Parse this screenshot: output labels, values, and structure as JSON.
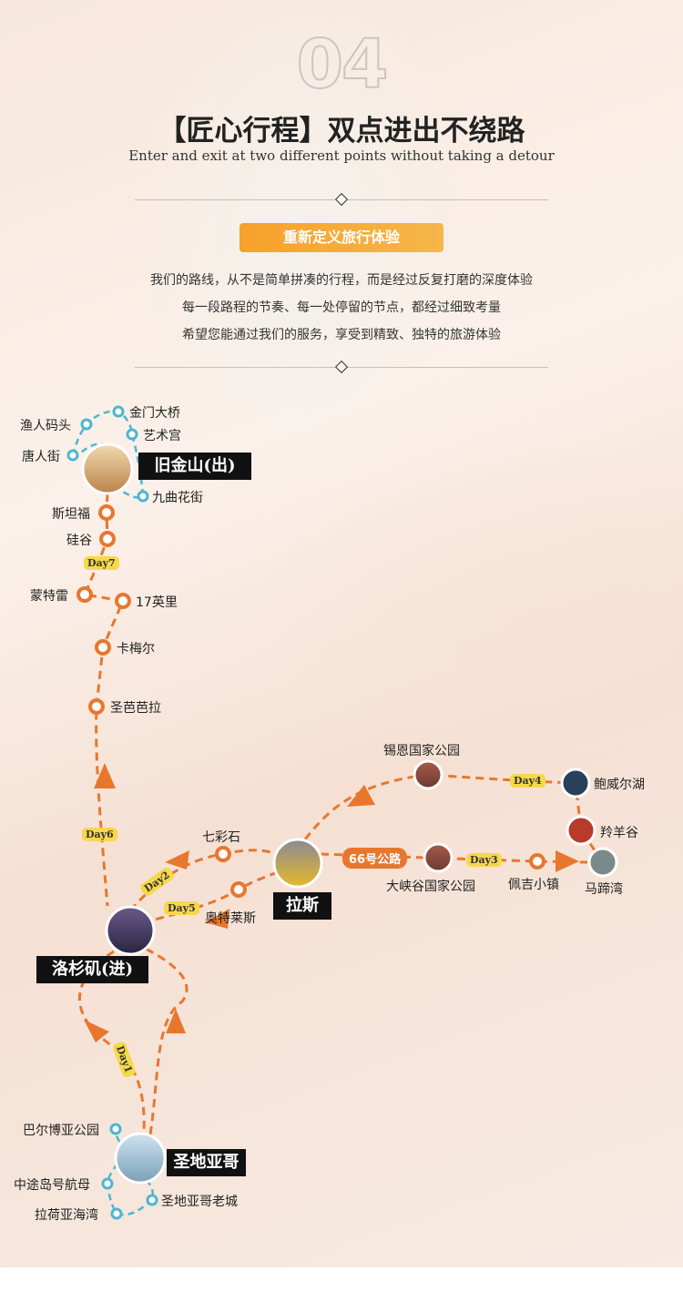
{
  "header": {
    "number": "04",
    "title": "【匠心行程】双点进出不绕路",
    "subtitle": "Enter and exit at two different points without taking a detour",
    "badge": "重新定义旅行体验",
    "paragraph": [
      "我们的路线，从不是简单拼凑的行程，而是经过反复打磨的深度体验",
      "每一段路程的节奏、每一处停留的节点，都经过细致考量",
      "希望您能通过我们的服务，享受到精致、独特的旅游体验"
    ]
  },
  "cities": {
    "sf": "旧金山(出)",
    "la": "洛杉矶(进)",
    "lv": "拉斯",
    "sd": "圣地亚哥"
  },
  "sf_spots": [
    "渔人码头",
    "金门大桥",
    "艺术宫",
    "唐人街",
    "九曲花街"
  ],
  "coast": [
    "斯坦福",
    "硅谷",
    "蒙特雷",
    "17英里",
    "卡梅尔",
    "圣芭芭拉"
  ],
  "vegas_spots": {
    "rainbow": "七彩石",
    "outlets": "奥特莱斯",
    "route66": "66号公路",
    "grand_canyon": "大峡谷国家公园",
    "page": "佩吉小镇",
    "horseshoe": "马蹄湾",
    "antelope": "羚羊谷",
    "powell": "鲍威尔湖",
    "zion": "锡恩国家公园"
  },
  "sd_spots": [
    "巴尔博亚公园",
    "中途岛号航母",
    "拉荷亚海湾",
    "圣地亚哥老城"
  ],
  "days": {
    "d1": "Day1",
    "d2": "Day2",
    "d3": "Day3",
    "d4": "Day4",
    "d5": "Day5",
    "d6": "Day6",
    "d7": "Day7"
  },
  "colors": {
    "route": "#e8772e",
    "local": "#4cb6d0",
    "badge": "#f6d84a",
    "accent": "#f7a12a"
  }
}
